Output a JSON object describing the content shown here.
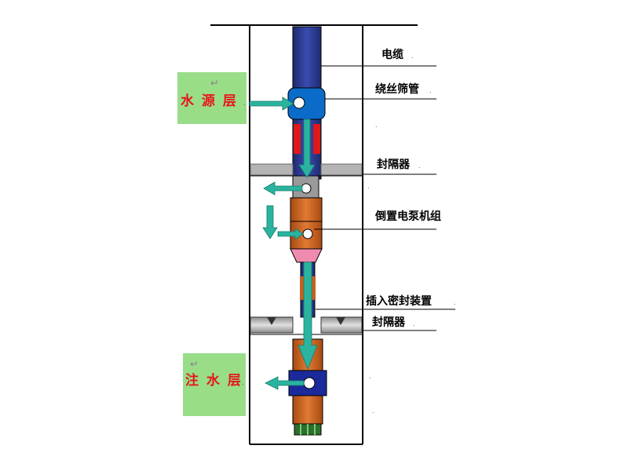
{
  "labels": {
    "cable": "电缆",
    "wire_screen": "绕丝筛管",
    "packer_upper": "封隔器",
    "inverted_pump": "倒置电泵机组",
    "insert_seal": "插入密封装置",
    "packer_lower": "封隔器"
  },
  "layers": {
    "water_source": "水 源 层",
    "injection": "注 水 层"
  },
  "marks": {
    "dot": ".",
    "return_symbol": "↵"
  },
  "colors": {
    "cable_blue": "#2a3a8c",
    "component_blue": "#0a6cc8",
    "pump_orange": "#c8601e",
    "red_section": "#e01818",
    "pink_cone": "#f08bb0",
    "arrow_teal": "#2ab4a0",
    "layer_green": "#99dd88",
    "packer_gray": "#b4b4b4",
    "layer_text_red": "#e8141b"
  }
}
